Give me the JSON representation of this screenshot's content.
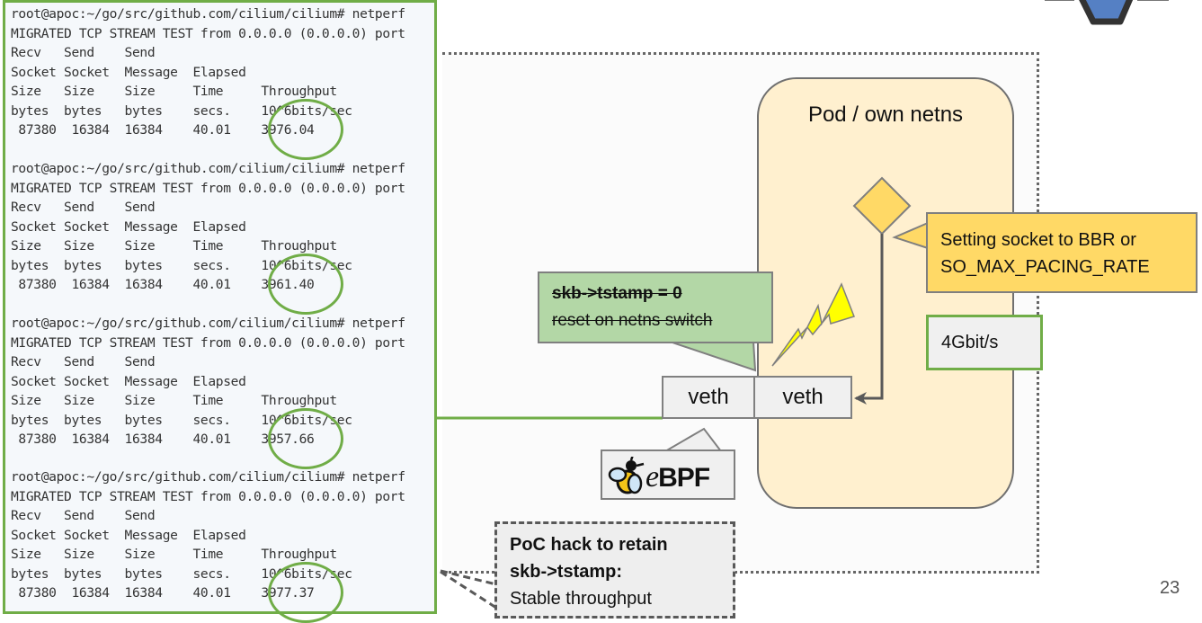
{
  "terminal": {
    "runs": [
      {
        "prompt": "root@apoc:~/go/src/github.com/cilium/cilium# netperf",
        "banner": "MIGRATED TCP STREAM TEST from 0.0.0.0 (0.0.0.0) port",
        "header1": "Recv   Send    Send",
        "header2": "Socket Socket  Message  Elapsed",
        "header3": "Size   Size    Size     Time     Throughput",
        "header4": "bytes  bytes   bytes    secs.    10^6bits/sec",
        "result": " 87380  16384  16384    40.01    3976.04",
        "throughput": "3976.04"
      },
      {
        "prompt": "root@apoc:~/go/src/github.com/cilium/cilium# netperf",
        "banner": "MIGRATED TCP STREAM TEST from 0.0.0.0 (0.0.0.0) port",
        "header1": "Recv   Send    Send",
        "header2": "Socket Socket  Message  Elapsed",
        "header3": "Size   Size    Size     Time     Throughput",
        "header4": "bytes  bytes   bytes    secs.    10^6bits/sec",
        "result": " 87380  16384  16384    40.01    3961.40",
        "throughput": "3961.40"
      },
      {
        "prompt": "root@apoc:~/go/src/github.com/cilium/cilium# netperf",
        "banner": "MIGRATED TCP STREAM TEST from 0.0.0.0 (0.0.0.0) port",
        "header1": "Recv   Send    Send",
        "header2": "Socket Socket  Message  Elapsed",
        "header3": "Size   Size    Size     Time     Throughput",
        "header4": "bytes  bytes   bytes    secs.    10^6bits/sec",
        "result": " 87380  16384  16384    40.01    3957.66",
        "throughput": "3957.66"
      },
      {
        "prompt": "root@apoc:~/go/src/github.com/cilium/cilium# netperf",
        "banner": "MIGRATED TCP STREAM TEST from 0.0.0.0 (0.0.0.0) port",
        "header1": "Recv   Send    Send",
        "header2": "Socket Socket  Message  Elapsed",
        "header3": "Size   Size    Size     Time     Throughput",
        "header4": "bytes  bytes   bytes    secs.    10^6bits/sec",
        "result": " 87380  16384  16384    40.01    3977.37",
        "throughput": "3977.37"
      }
    ]
  },
  "diagram": {
    "pod_title": "Pod / own netns",
    "veth_host": "veth",
    "veth_pod": "veth",
    "green_callout": {
      "line1": "skb->tstamp = 0",
      "line2": "reset on netns switch",
      "struck_through": true
    },
    "yellow_callout": {
      "line1": "Setting socket to BBR or",
      "line2": "SO_MAX_PACING_RATE"
    },
    "rate_box": "4Gbit/s",
    "ebpf_logo": {
      "prefix": "e",
      "text": "BPF",
      "icon": "bee-icon"
    },
    "poc_callout": {
      "line1": "PoC hack to retain",
      "line2": "skb->tstamp:",
      "line3": "Stable throughput"
    }
  },
  "colors": {
    "accent_green": "#70ad47",
    "pod_fill": "#fff0cf",
    "callout_yellow": "#ffd966",
    "callout_green": "#b3d7a6",
    "lightning": "#ffff00",
    "logo_blue": "#5580c4"
  },
  "page_number": "23"
}
